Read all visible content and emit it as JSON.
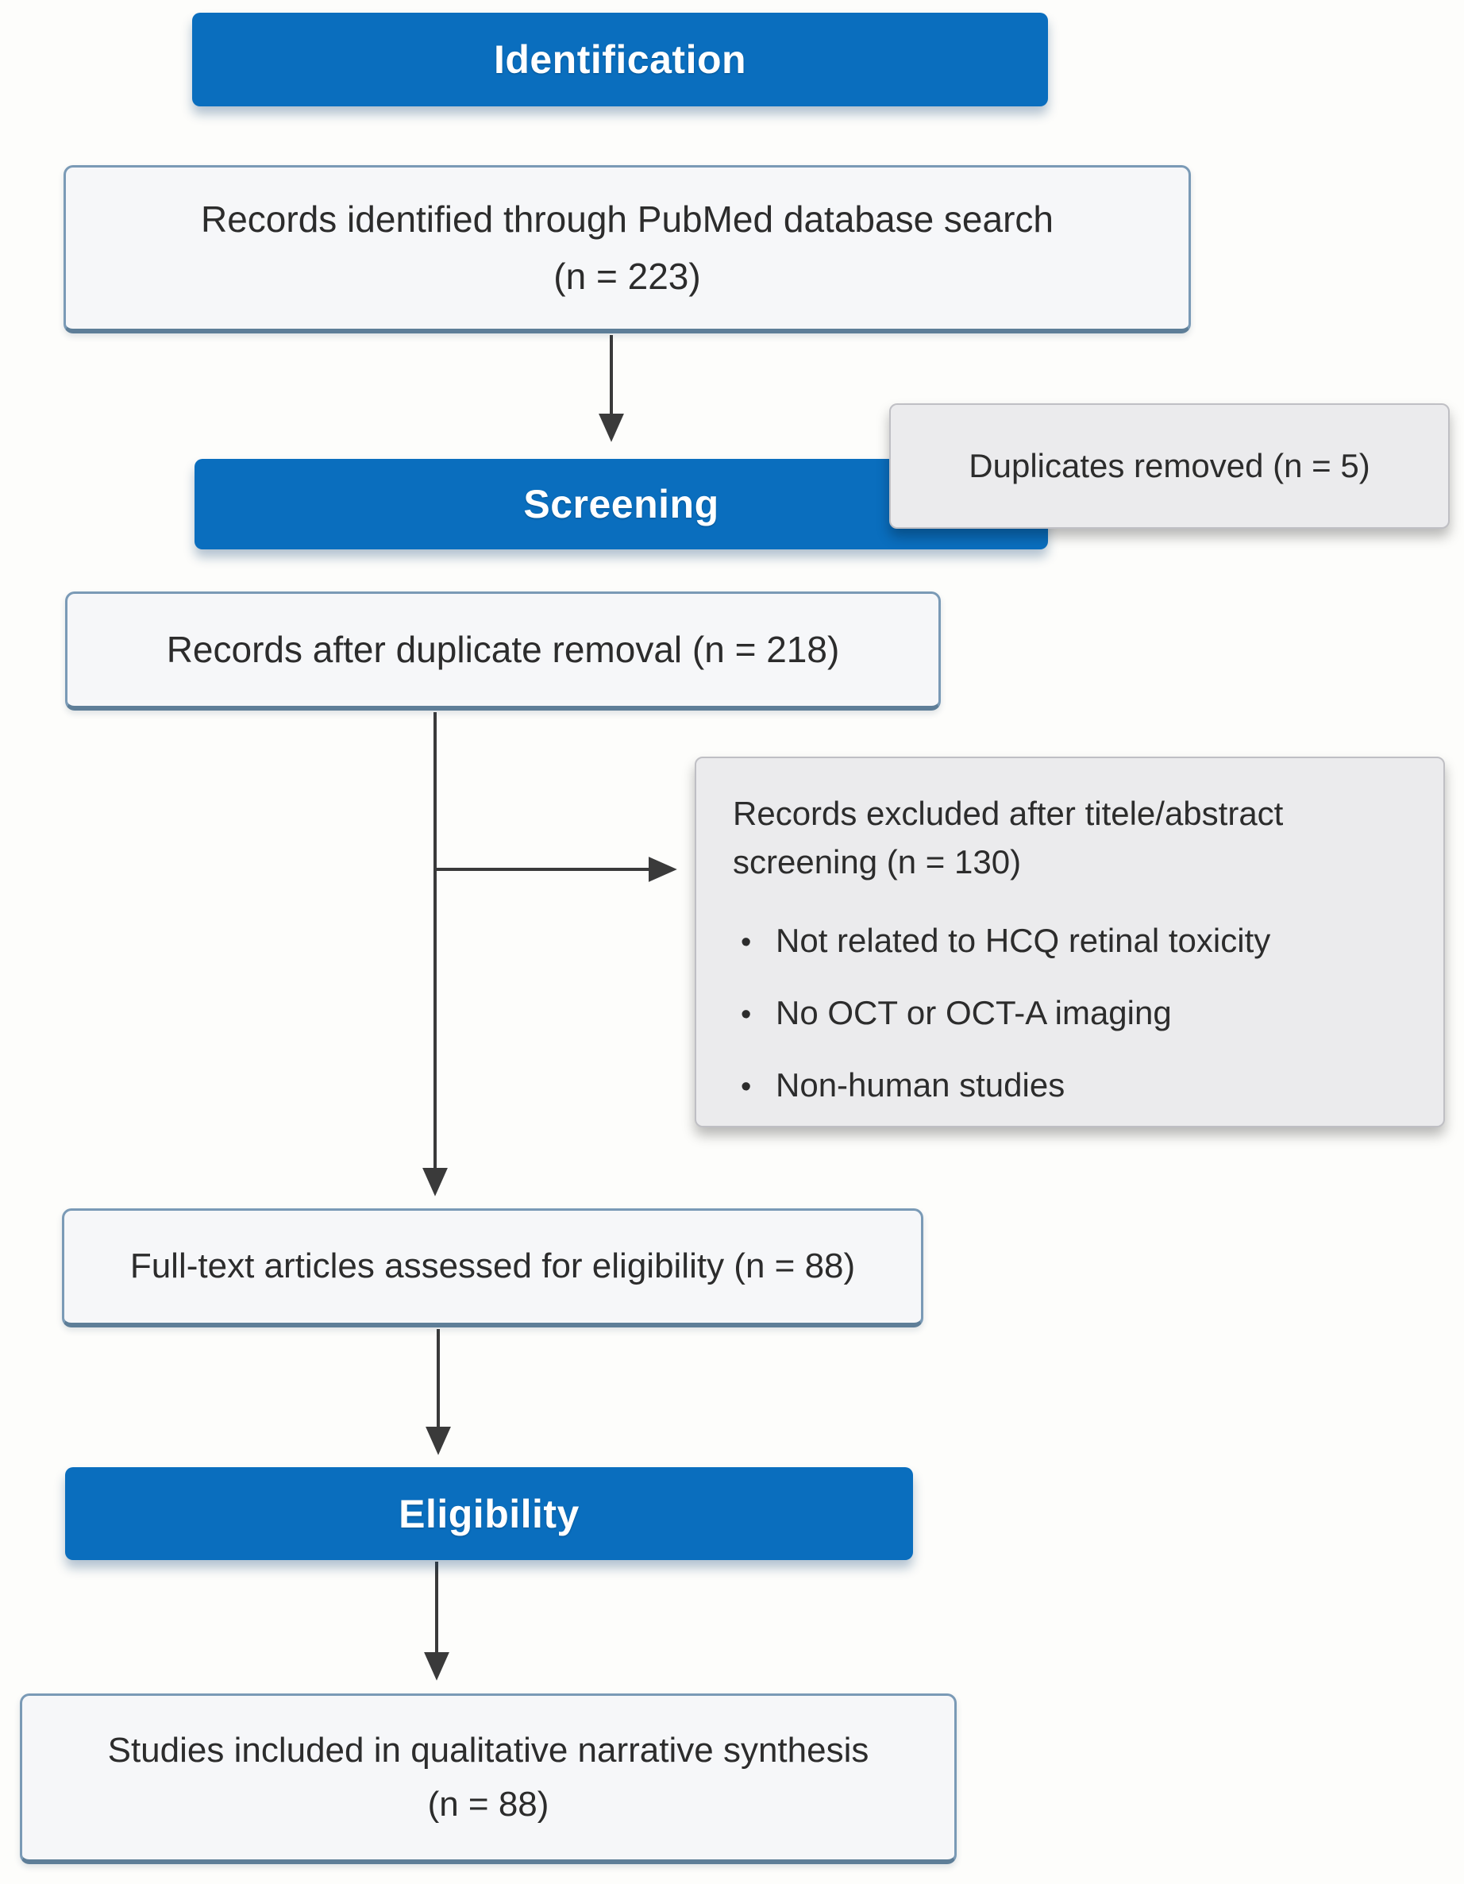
{
  "colors": {
    "page_bg": "#FDFDFB",
    "header_blue": "#0A6EBE",
    "header_text": "#FFFFFF",
    "box_bg": "#F6F7F9",
    "box_border": "#7A9AB6",
    "box_border_bottom": "#5E7E98",
    "gray_bg": "#EBEBED",
    "gray_border": "#BFBFC4",
    "arrow": "#3A3A3A",
    "text": "#2C2C2C"
  },
  "stages": {
    "identification": {
      "label": "Identification"
    },
    "screening": {
      "label": "Screening"
    },
    "eligibility": {
      "label": "Eligibility"
    }
  },
  "boxes": {
    "records_identified": {
      "line1": "Records identified through PubMed database search",
      "line2": "(n = 223)"
    },
    "duplicates_removed": {
      "text": "Duplicates removed (n = 5)"
    },
    "records_after_dedup": {
      "text": "Records after duplicate removal (n = 218)"
    },
    "records_excluded": {
      "title_line1": "Records excluded after titele/abstract",
      "title_line2": "screening (n = 130)",
      "bullet_glyph": "•",
      "bullets": [
        "Not related to HCQ retinal toxicity",
        "No OCT or OCT-A imaging",
        "Non-human studies"
      ]
    },
    "fulltext_assessed": {
      "text": "Full-text articles assessed for eligibility (n = 88)"
    },
    "included": {
      "line1": "Studies included in qualitative narrative synthesis",
      "line2": "(n = 88)"
    }
  }
}
